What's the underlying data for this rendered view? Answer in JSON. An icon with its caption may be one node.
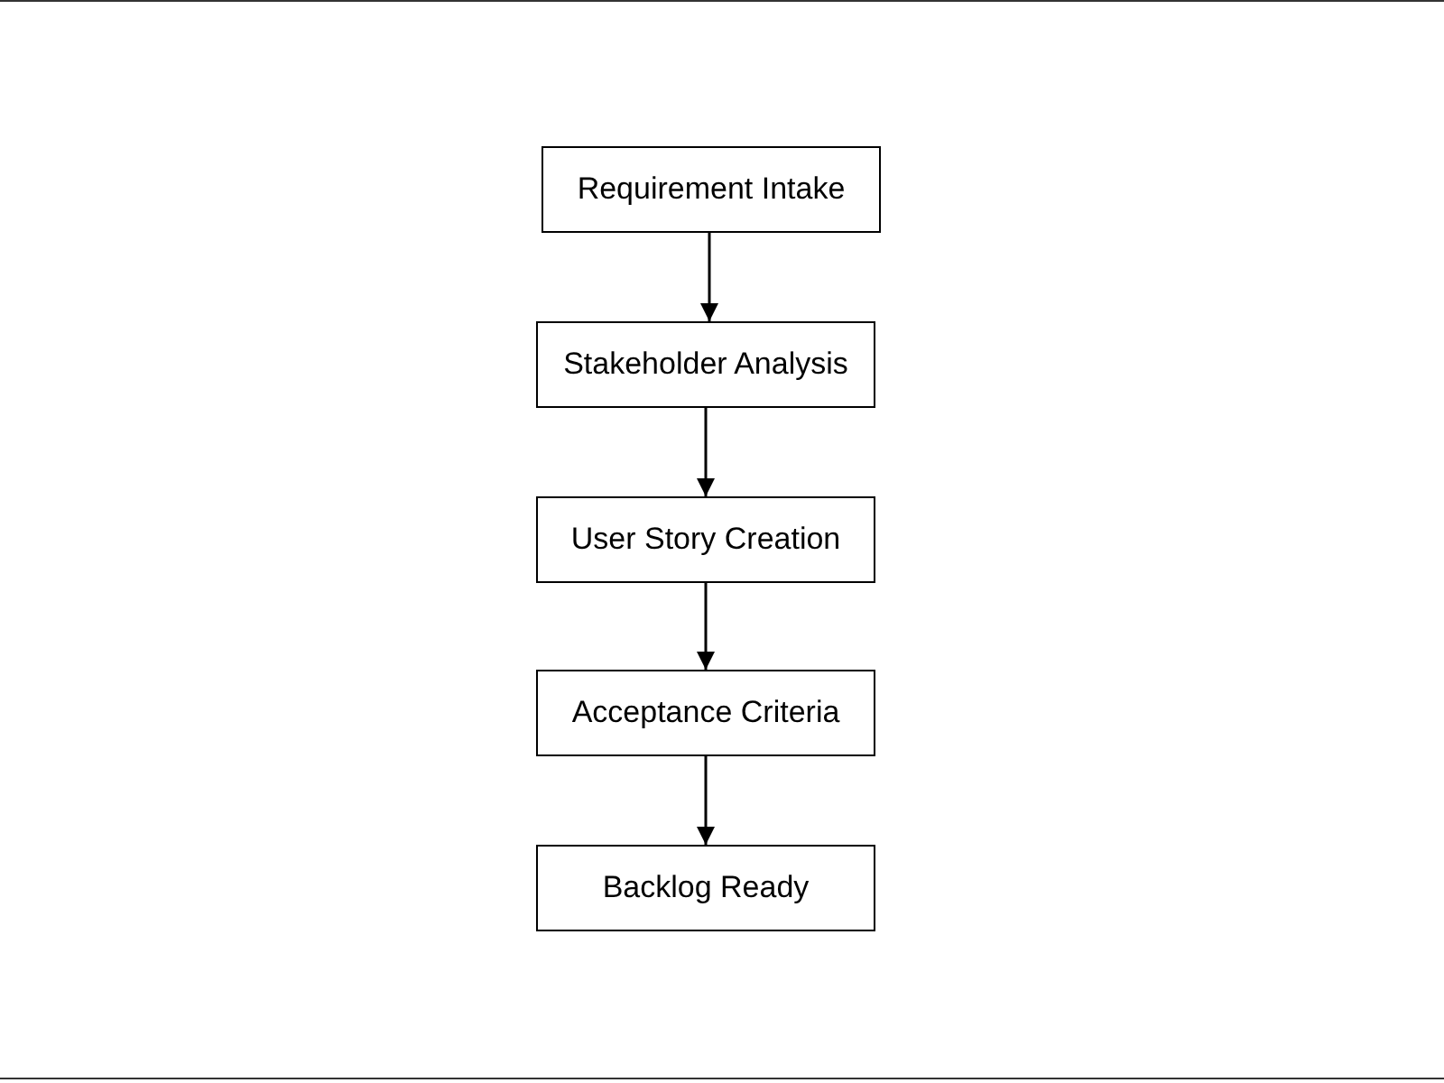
{
  "diagram": {
    "nodes": [
      {
        "text": [
          "Requirement Intake"
        ]
      },
      {
        "text": [
          "Stakeholder Analysis"
        ]
      },
      {
        "text": [
          "User Story Creation"
        ]
      },
      {
        "text": [
          "Acceptance Criteria"
        ]
      },
      {
        "text": [
          "Backlog Ready"
        ]
      }
    ],
    "edges": [
      {
        "from": 0,
        "to": 1,
        "arrow": "to"
      },
      {
        "from": 1,
        "to": 2,
        "arrow": "to"
      },
      {
        "from": 2,
        "to": 3,
        "arrow": "to"
      },
      {
        "from": 3,
        "to": 4,
        "arrow": "to"
      }
    ]
  }
}
